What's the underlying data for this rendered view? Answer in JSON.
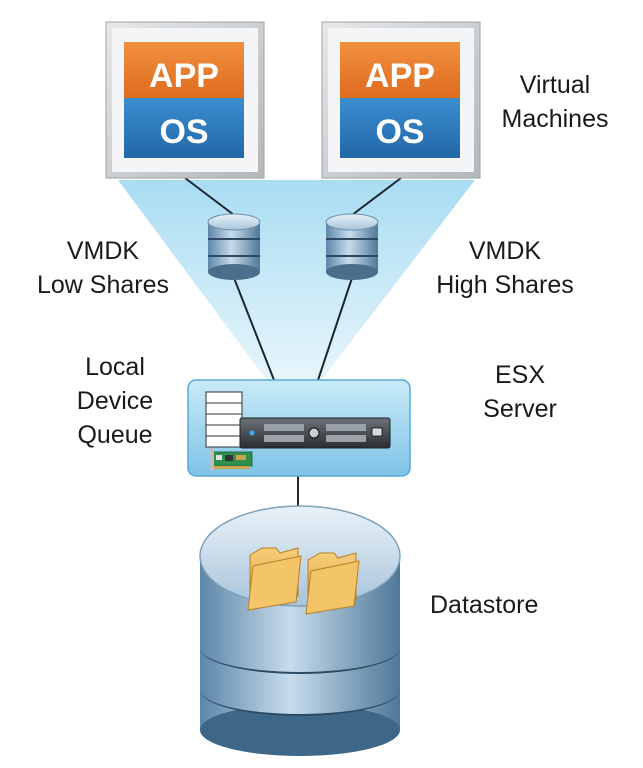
{
  "virtual_machines": {
    "label_lines": [
      "Virtual",
      "Machines"
    ],
    "vms": [
      {
        "app": "APP",
        "os": "OS"
      },
      {
        "app": "APP",
        "os": "OS"
      }
    ]
  },
  "vmdk_low": {
    "label_lines": [
      "VMDK",
      "Low Shares"
    ]
  },
  "vmdk_high": {
    "label_lines": [
      "VMDK",
      "High Shares"
    ]
  },
  "local_device_queue": {
    "label_lines": [
      "Local",
      "Device",
      "Queue"
    ]
  },
  "esx_server": {
    "label_lines": [
      "ESX",
      "Server"
    ]
  },
  "datastore": {
    "label_lines": [
      "Datastore"
    ]
  },
  "colors": {
    "app_orange": "#e8772c",
    "os_blue": "#2f7fc1",
    "vm_frame": "#c9ccce",
    "funnel": "#bfe6f4",
    "server_blue": "#a8d9f0",
    "disk_blue": "#8fb4d0",
    "folder": "#e9b04e"
  }
}
